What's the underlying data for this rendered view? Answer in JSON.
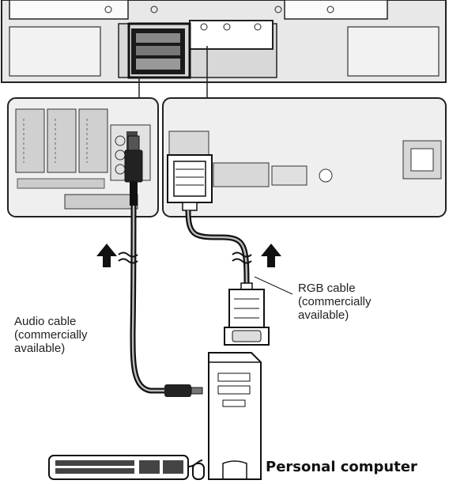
{
  "labels": {
    "rgb_cable": [
      "RGB cable",
      "(commercially",
      "available)"
    ],
    "audio_cable": [
      "Audio cable",
      "(commercially",
      "available)"
    ],
    "personal_computer": "Personal computer"
  },
  "icons": [
    "arrow-up-icon",
    "keyboard-icon",
    "mouse-icon",
    "pc-tower-icon",
    "vga-plug-icon",
    "audio-plug-icon"
  ]
}
